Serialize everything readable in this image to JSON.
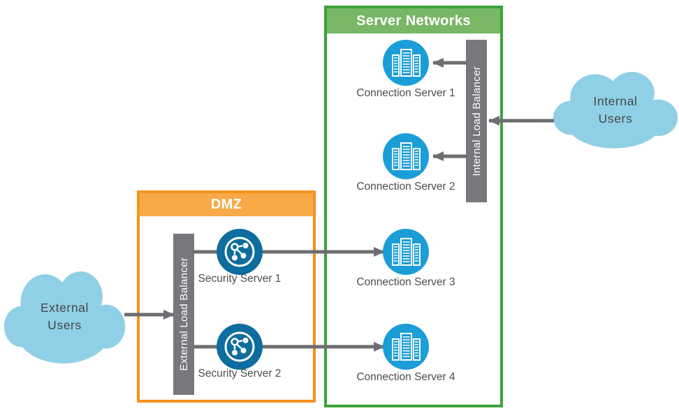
{
  "zones": {
    "server_networks": {
      "label": "Server Networks",
      "border_color": "#3aa33a",
      "fill_color": "#79b766"
    },
    "dmz": {
      "label": "DMZ",
      "border_color": "#f6921e",
      "fill_color": "#f7aa47"
    }
  },
  "load_balancers": {
    "internal": {
      "label": "Internal Load Balancer"
    },
    "external": {
      "label": "External Load Balancer"
    }
  },
  "nodes": {
    "connection_servers": [
      {
        "label": "Connection Server 1"
      },
      {
        "label": "Connection Server 2"
      },
      {
        "label": "Connection Server 3"
      },
      {
        "label": "Connection Server 4"
      }
    ],
    "security_servers": [
      {
        "label": "Security Server 1"
      },
      {
        "label": "Security Server 2"
      }
    ]
  },
  "clouds": {
    "internal": {
      "line1": "Internal",
      "line2": "Users"
    },
    "external": {
      "line1": "External",
      "line2": "Users"
    }
  },
  "icons": {
    "connection_server": "datacenter-buildings-icon",
    "security_server": "network-nodes-icon",
    "cloud": "cloud-shape"
  },
  "colors": {
    "green_border": "#3aa33a",
    "green_fill": "#79b766",
    "orange_border": "#f6921e",
    "orange_fill": "#f7aa47",
    "bar_gray": "#77787b",
    "arrow_gray": "#6d6e71",
    "connection_blue": "#1b9ed8",
    "security_blue": "#0e6d9e",
    "cloud_blue": "#8fd0e6",
    "label_text": "#4d4d4d"
  }
}
